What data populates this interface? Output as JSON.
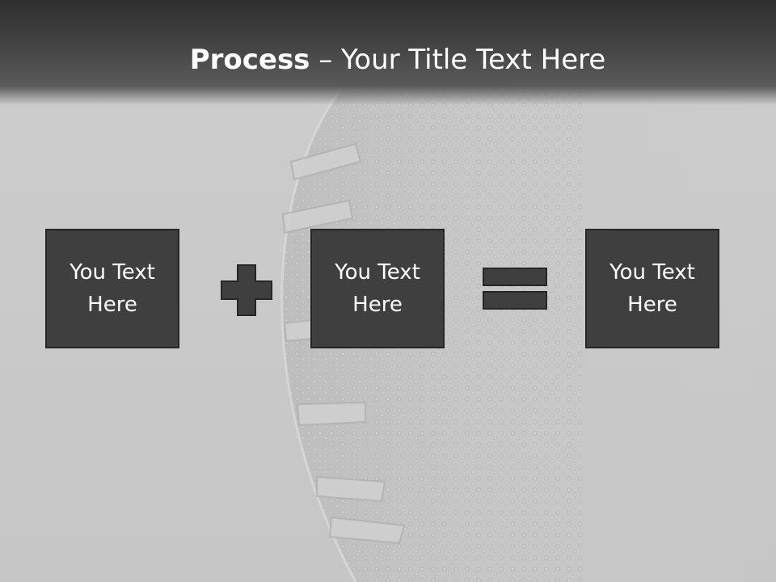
{
  "slide": {
    "title_bold": "Process",
    "title_rest": " – Your Title Text Here",
    "boxes": [
      {
        "text": "You Text\nHere"
      },
      {
        "text": "You Text\nHere"
      },
      {
        "text": "You Text\nHere"
      }
    ],
    "operators": [
      "plus-icon",
      "equals-icon"
    ]
  },
  "colors": {
    "background": "#c9c9c9",
    "title_bar": "#3a3a3a",
    "box_fill": "#3f3f3f",
    "box_border": "#262626",
    "text": "#ffffff"
  }
}
